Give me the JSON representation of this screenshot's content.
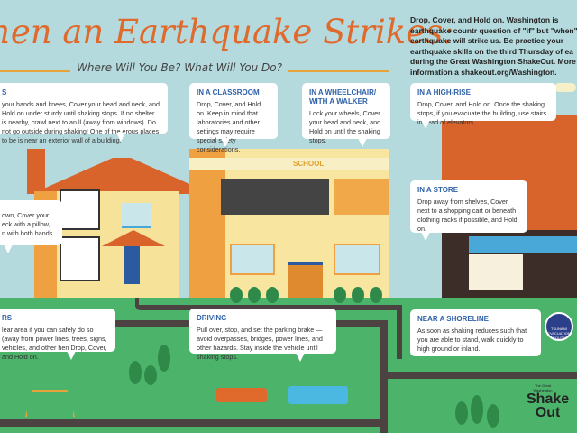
{
  "header": {
    "title": "hen an Earthquake Strikes:",
    "subtitle": "Where Will You Be? What Will You Do?",
    "intro": "Drop, Cover, and Hold on. Washington is earthquake countr question of \"if\" but \"when\" an earthquake will strike us. Be practice your earthquake skills on the third Thursday of ea during the Great Washington ShakeOut. More information a shakeout.org/Washington."
  },
  "callouts": [
    {
      "heading": "S",
      "text": "your hands and knees, Cover your head and neck, and Hold on under sturdy until shaking stops. If no shelter is nearby, crawl next to an ll (away from windows). Do not go outside during shaking! One of the erous places to be is near an exterior wall of a building."
    },
    {
      "heading": "IN A CLASSROOM",
      "text": "Drop, Cover, and Hold on. Keep in mind that laboratories and other settings may require special safety considerations."
    },
    {
      "heading": "IN A WHEELCHAIR/ WITH A WALKER",
      "text": "Lock your wheels, Cover your head and neck, and Hold on until the shaking stops."
    },
    {
      "heading": "IN A HIGH-RISE",
      "text": "Drop, Cover, and Hold on. Once the shaking stops, if you evacuate the building, use stairs instead of elevators."
    },
    {
      "heading": "IN A STORE",
      "text": "Drop away from shelves, Cover next to a shopping cart or beneath clothing racks if possible, and Hold on."
    },
    {
      "heading": "",
      "text": "own, Cover your eck with a pillow, n with both hands."
    },
    {
      "heading": "RS",
      "text": "lear area if you can safely do so (away from power lines, trees, signs, vehicles, and other hen Drop, Cover, and Hold on."
    },
    {
      "heading": "DRIVING",
      "text": "Pull over, stop, and set the parking brake — avoid overpasses, bridges, power lines, and other hazards. Stay inside the vehicle until shaking stops."
    },
    {
      "heading": "NEAR A SHORELINE",
      "text": "As soon as shaking reduces such that you are able to stand, walk quickly to high ground or inland."
    }
  ],
  "school_sign": "SCHOOL",
  "evacuation_sign": {
    "line1": "TSUNAMI",
    "line2": "EVACUATION ROUTE"
  },
  "logo": {
    "small": "The Great Washington",
    "big1": "Shake",
    "big2": "Out"
  },
  "colors": {
    "sky": "#b5dade",
    "grass": "#4cb36b",
    "title": "#e0692c",
    "heading": "#2f62a8",
    "road": "#4d4242"
  }
}
